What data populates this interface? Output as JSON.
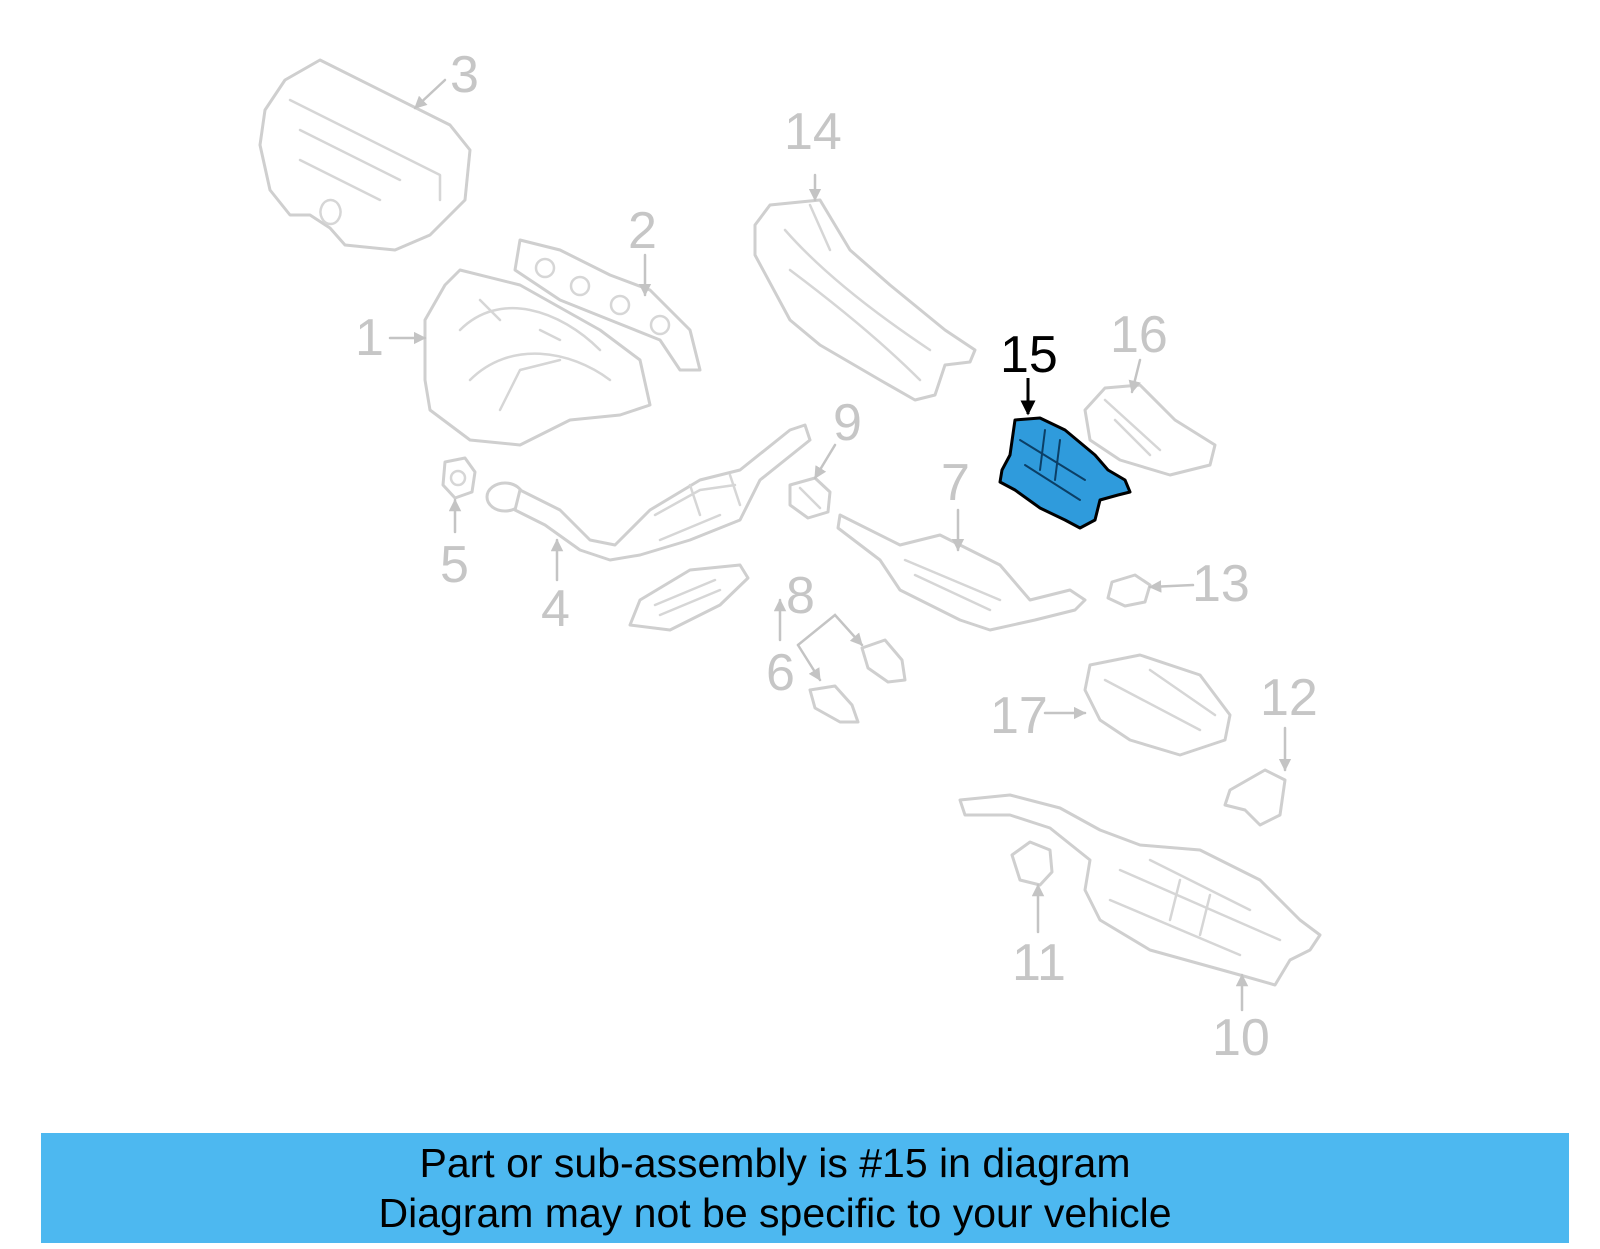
{
  "diagram": {
    "highlighted_part": "15",
    "highlight_color": "#2f9bdc",
    "callouts": [
      {
        "label": "1"
      },
      {
        "label": "2"
      },
      {
        "label": "3"
      },
      {
        "label": "4"
      },
      {
        "label": "5"
      },
      {
        "label": "6"
      },
      {
        "label": "7"
      },
      {
        "label": "8"
      },
      {
        "label": "9"
      },
      {
        "label": "10"
      },
      {
        "label": "11"
      },
      {
        "label": "12"
      },
      {
        "label": "13"
      },
      {
        "label": "14"
      },
      {
        "label": "15"
      },
      {
        "label": "16"
      },
      {
        "label": "17"
      }
    ]
  },
  "banner": {
    "background": "#4db8f0",
    "line1": "Part or sub-assembly is #15 in diagram",
    "line2": "Diagram may not be specific to your vehicle"
  }
}
